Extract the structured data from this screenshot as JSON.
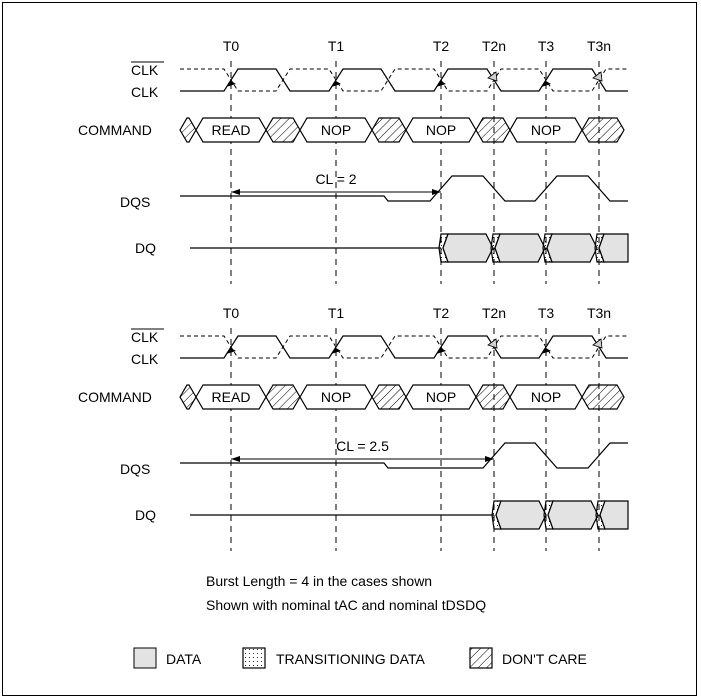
{
  "signals": {
    "clk_bar": "CLK",
    "clk": "CLK",
    "command": "COMMAND",
    "dqs": "DQS",
    "dq": "DQ"
  },
  "ticks": [
    "T0",
    "T1",
    "T2",
    "T2n",
    "T3",
    "T3n"
  ],
  "commands": [
    "READ",
    "NOP",
    "NOP",
    "NOP"
  ],
  "diagrams": [
    {
      "cl_label": "CL = 2"
    },
    {
      "cl_label": "CL = 2.5"
    }
  ],
  "notes": {
    "line1": "Burst Length = 4 in the cases shown",
    "line2": "Shown with nominal tAC and nominal tDSDQ"
  },
  "legend": {
    "data": "DATA",
    "transitioning": "TRANSITIONING DATA",
    "dont_care": "DON'T CARE"
  },
  "colors": {
    "data_fill": "#e3e3e3",
    "border": "#000000",
    "background": "#ffffff"
  }
}
